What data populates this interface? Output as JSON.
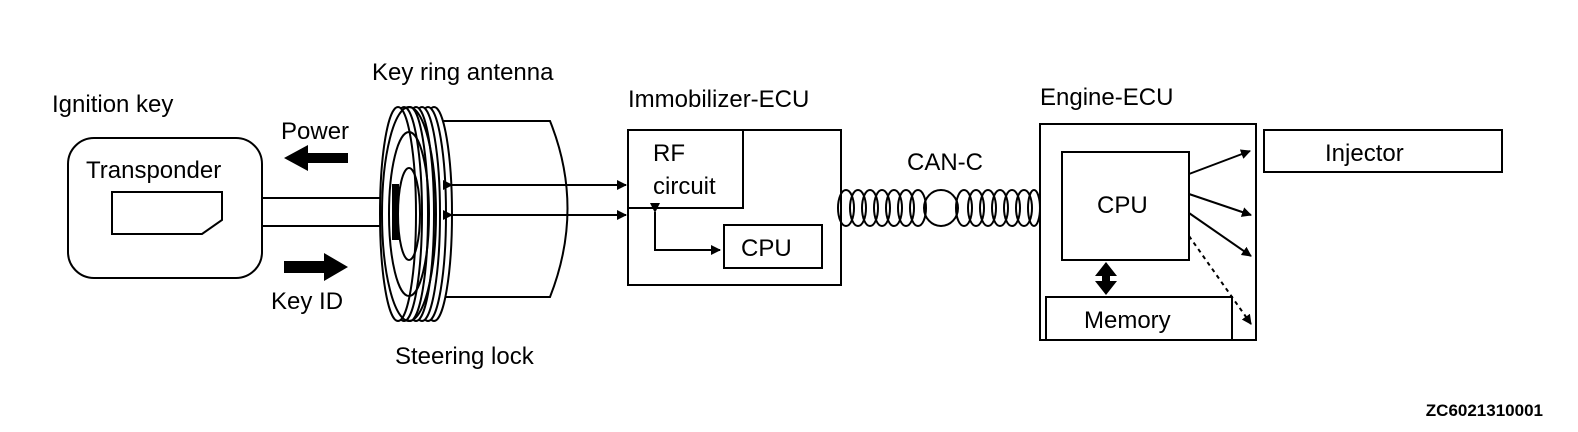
{
  "labels": {
    "ignition_key": "Ignition key",
    "transponder": "Transponder",
    "power": "Power",
    "key_id": "Key ID",
    "key_ring_antenna": "Key ring antenna",
    "steering_lock": "Steering lock",
    "immobilizer_ecu": "Immobilizer-ECU",
    "rf_line1": "RF",
    "rf_line2": "circuit",
    "immo_cpu": "CPU",
    "can_c": "CAN-C",
    "engine_ecu": "Engine-ECU",
    "engine_cpu": "CPU",
    "memory": "Memory",
    "injector": "Injector",
    "figure_code": "ZC6021310001"
  }
}
